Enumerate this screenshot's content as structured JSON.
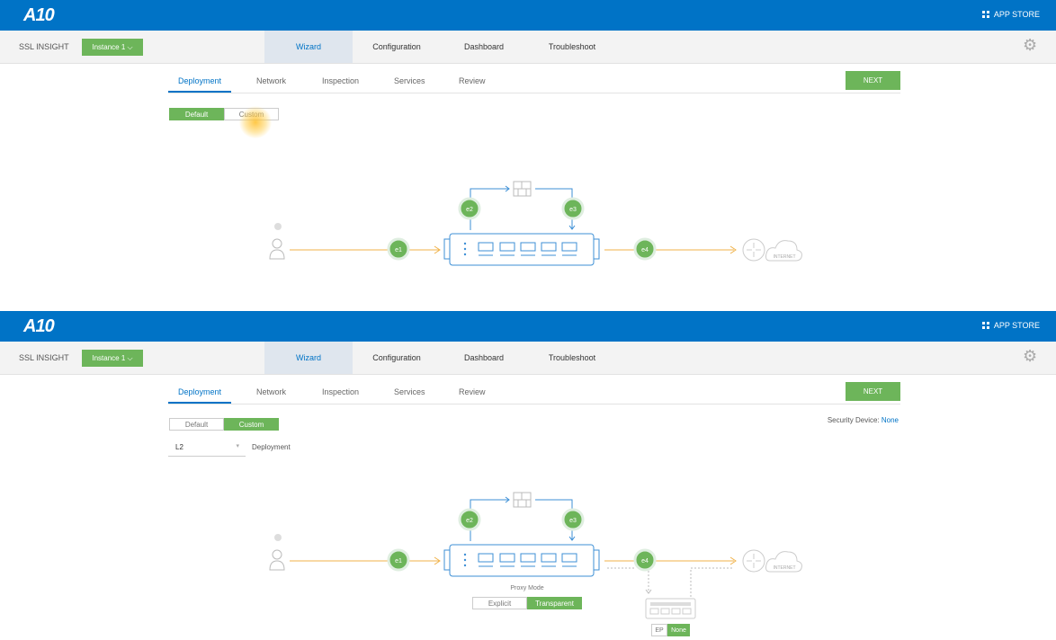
{
  "header": {
    "logo": "A10",
    "app_store": "APP STORE",
    "product": "SSL INSIGHT",
    "instance": "Instance 1"
  },
  "nav": {
    "tabs": [
      "Wizard",
      "Configuration",
      "Dashboard",
      "Troubleshoot"
    ],
    "active": "Wizard"
  },
  "steps": {
    "items": [
      "Deployment",
      "Network",
      "Inspection",
      "Services",
      "Review"
    ],
    "active": "Deployment",
    "next_label": "NEXT"
  },
  "mode_toggle": {
    "default_label": "Default",
    "custom_label": "Custom"
  },
  "panel_default": {
    "selected_mode": "Default"
  },
  "panel_custom": {
    "selected_mode": "Custom",
    "security_device_label": "Security Device:",
    "security_device_value": "None",
    "deployment_select_value": "L2",
    "deployment_label": "Deployment",
    "proxy_mode_label": "Proxy Mode",
    "proxy_options": [
      "Explicit",
      "Transparent"
    ],
    "proxy_selected": "Transparent",
    "ep_label": "EP",
    "ep_value": "None"
  },
  "diagram": {
    "ports": [
      "e1",
      "e2",
      "e3",
      "e4"
    ],
    "cloud_label": "INTERNET"
  },
  "colors": {
    "header": "#0073c6",
    "accent_green": "#6db55a",
    "link_blue": "#0073c6",
    "flow_orange": "#f0b24a"
  }
}
